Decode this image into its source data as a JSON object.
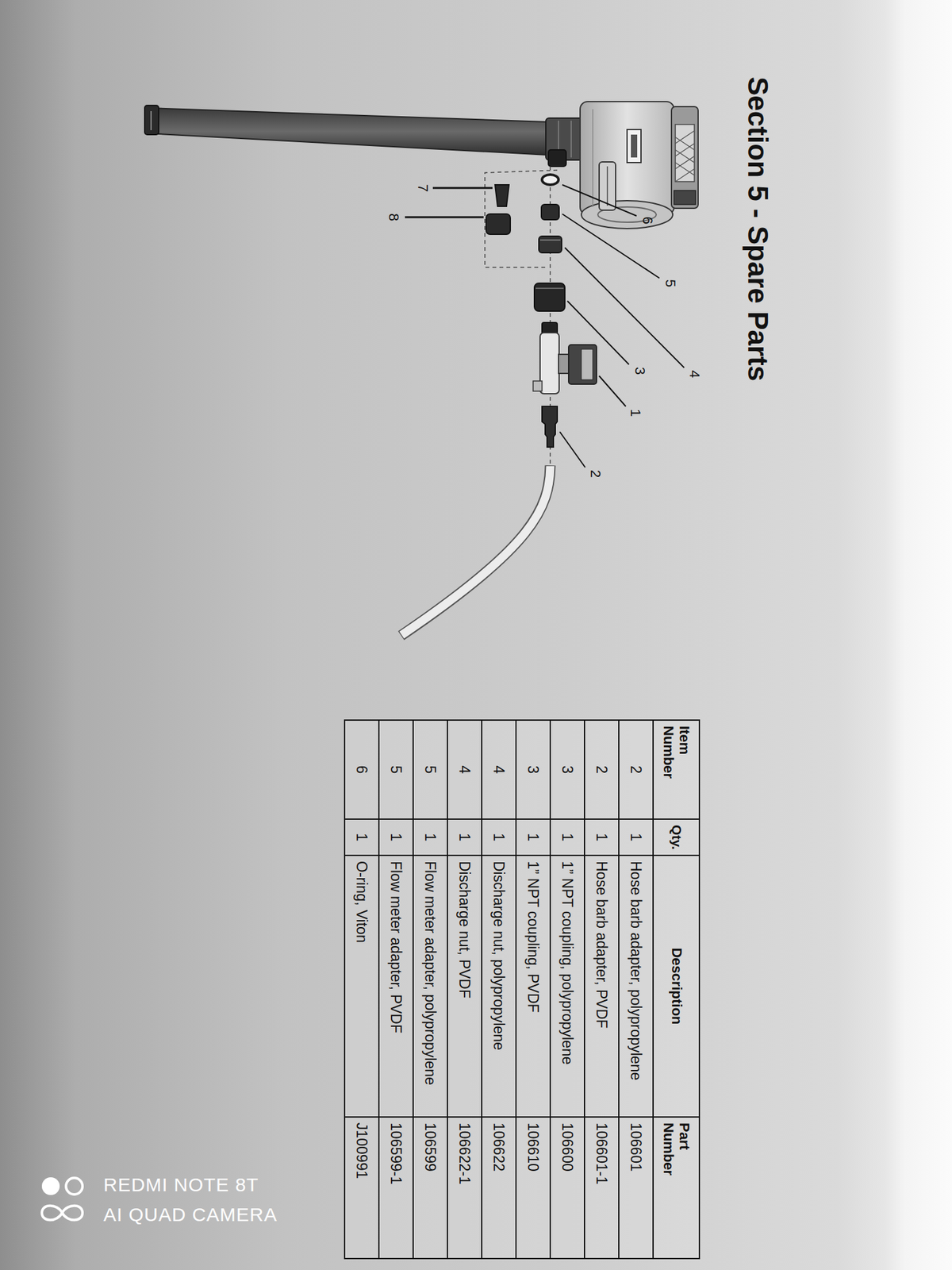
{
  "diagram": {
    "title": "Section 5 - Spare Parts",
    "labels": [
      "6",
      "5",
      "4",
      "3",
      "1",
      "2",
      "7",
      "8",
      "Item Number",
      "Qty.",
      "Description",
      "Part Number",
      "2",
      "1",
      "Hose barb adapter, polypropylene",
      "106601",
      "2",
      "1",
      "Hose barb adapter, PVDF",
      "106601-1",
      "3",
      "1",
      "1” NPT coupling, polypropylene",
      "106600",
      "3",
      "1",
      "1” NPT coupling, PVDF",
      "106610",
      "4",
      "1",
      "Discharge nut, polypropylene",
      "106622",
      "4",
      "1",
      "Discharge nut, PVDF",
      "106622-1",
      "5",
      "1",
      "Flow meter adapter, polypropylene",
      "106599",
      "5",
      "1",
      "Flow meter adapter, PVDF",
      "106599-1",
      "6",
      "1",
      "O-ring, Viton",
      "J100991",
      "REDMI NOTE 8T",
      "AI QUAD CAMERA"
    ]
  }
}
